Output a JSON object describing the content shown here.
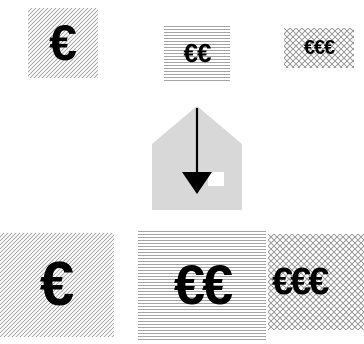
{
  "top_row": [
    {
      "symbol": "€",
      "pattern": "diagonal-hatch"
    },
    {
      "symbol": "€€",
      "pattern": "horizontal-lines"
    },
    {
      "symbol": "€€€",
      "pattern": "cross-hatch"
    }
  ],
  "bottom_row": [
    {
      "symbol": "€",
      "pattern": "diagonal-hatch"
    },
    {
      "symbol": "€€",
      "pattern": "horizontal-lines"
    },
    {
      "symbol": "€€€",
      "pattern": "cross-hatch"
    }
  ],
  "icon": {
    "name": "house-with-down-arrow-icon",
    "house_color": "#d8d8d8",
    "arrow_color": "#000000"
  },
  "colors": {
    "pattern": "#9a9a9a",
    "glyph": "#000000",
    "background": "#ffffff"
  }
}
